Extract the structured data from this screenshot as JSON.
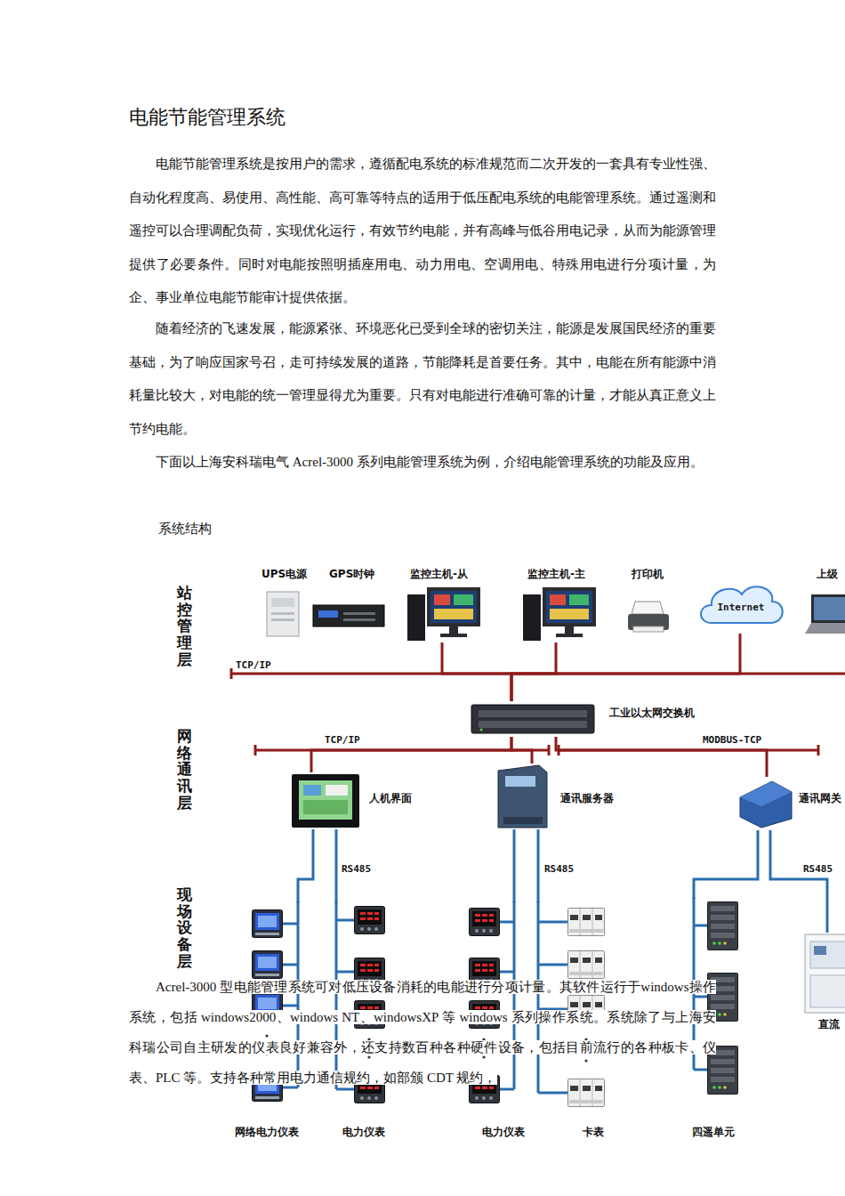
{
  "diagram": {
    "title": "电能节能管理系统",
    "nodes": [
      {
        "text": [
          "UPS电源"
        ]
      },
      {
        "text": [
          "GPS时钟"
        ]
      },
      {
        "text": [
          "监控主机-从"
        ]
      },
      {
        "text": [
          "监控主机-主"
        ]
      },
      {
        "text": [
          "打印机"
        ]
      },
      {
        "text": [
          "Internet"
        ]
      },
      {
        "text": [
          "上级"
        ]
      },
      {
        "text": [
          "工业以太网交换机"
        ]
      },
      {
        "text": [
          "人机界面"
        ]
      },
      {
        "text": [
          "通讯服务器"
        ]
      },
      {
        "text": [
          "通讯网关"
        ]
      },
      {
        "text": [
          "直流"
        ]
      },
      {
        "text": [
          "网络电力仪表"
        ]
      },
      {
        "text": [
          "电力仪表"
        ]
      },
      {
        "text": [
          "电力仪表"
        ]
      },
      {
        "text": [
          "卡表"
        ]
      },
      {
        "text": [
          "四遥单元"
        ]
      }
    ],
    "edges": [
      {
        "from": 2,
        "to": 7,
        "arrow": "none"
      },
      {
        "from": 3,
        "to": 7,
        "arrow": "none"
      },
      {
        "from": 5,
        "to": 7,
        "arrow": "none"
      },
      {
        "from": 7,
        "to": 8,
        "arrow": "none"
      },
      {
        "from": 7,
        "to": 9,
        "arrow": "none"
      },
      {
        "from": 7,
        "to": 10,
        "arrow": "none"
      },
      {
        "from": 8,
        "to": 12,
        "arrow": "none"
      },
      {
        "from": 8,
        "to": 13,
        "arrow": "none"
      },
      {
        "from": 9,
        "to": 14,
        "arrow": "none"
      },
      {
        "from": 9,
        "to": 15,
        "arrow": "none"
      },
      {
        "from": 10,
        "to": 16,
        "arrow": "none"
      },
      {
        "from": 10,
        "to": 11,
        "arrow": "none"
      }
    ],
    "labels": [
      "电能节能管理系统是按用户的需求，遵循配电系统的标准规范而二次开发的一套具有专业性强、自动化程度高、易使用、高性能、高可靠等特点的适用于低压配电系统的电能管理系统。通过遥测和遥控可以合理调配负荷，实现优化运行，有效节约电能，并有高峰与低谷用电记录，从而为能源管理提供了必要条件。同时对电能按照明插座用电、动力用电、空调用电、特殊用电进行分项计量，为企、事业单位电能节能审计提供依据。",
      "随着经济的飞速发展，能源紧张、环境恶化已受到全球的密切关注，能源是发展国民经济的重要基础，为了响应国家号召，走可持续发展的道路，节能降耗是首要任务。其中，电能在所有能源中消耗量比较大，对电能的统一管理显得尤为重要。只有对电能进行准确可靠的计量，才能从真正意义上节约电能。",
      "下面以上海安科瑞电气 Acrel-3000 系列电能管理系统为例，介绍电能管理系统的功能及应用。",
      "系统结构",
      "站控管理层",
      "TCP/IP",
      "网络通讯层",
      "TCP/IP",
      "MODBUS-TCP",
      "RS485",
      "RS485",
      "RS485",
      "现场设备层",
      "Acrel-3000 型电能管理系统可对低压设备消耗的电能进行分项计量。其软件运行于windows操作系统，包括 windows2000、windows NT、windowsXP 等 windows 系列操作系统。系统除了与上海安科瑞公司自主研发的仪表良好兼容外，还支持数百种各种硬件设备，包括目前流行的各种板卡、仪表、PLC 等。支持各种常用电力通信规约，如部颁 CDT 规约，"
    ]
  }
}
